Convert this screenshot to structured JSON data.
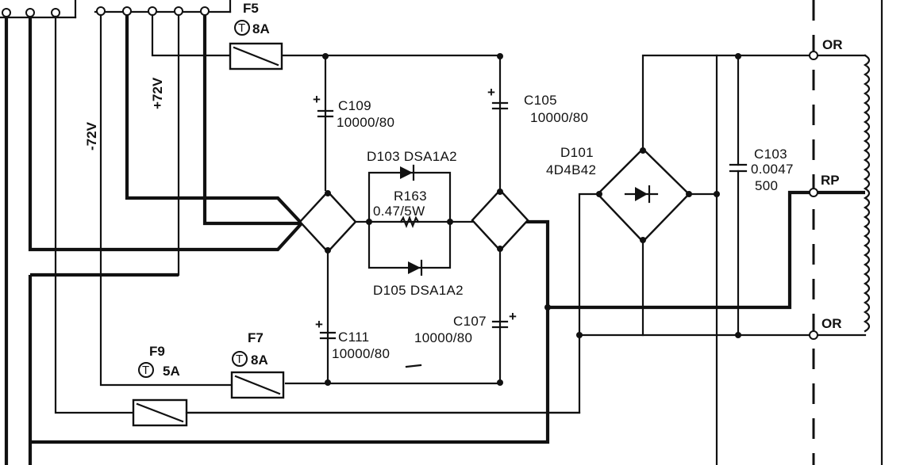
{
  "labels": {
    "f5": "F5",
    "f5_rating": "8A",
    "f7": "F7",
    "f7_rating": "8A",
    "f9": "F9",
    "f9_rating": "5A",
    "fuse_t": "T",
    "plus72": "+72V",
    "minus72": "-72V",
    "c109": "C109",
    "c109_val": "10000/80",
    "c105": "C105",
    "c105_val": "10000/80",
    "c111": "C111",
    "c111_val": "10000/80",
    "c107": "C107",
    "c107_val": "10000/80",
    "c103": "C103",
    "c103_val": "0.0047",
    "c103_v": "500",
    "d103": "D103 DSA1A2",
    "d105": "D105 DSA1A2",
    "d101": "D101",
    "d101_part": "4D4B42",
    "r163": "R163",
    "r163_val": "0.47/5W",
    "or_top": "OR",
    "or_bottom": "OR",
    "rp": "RP",
    "plus": "+"
  }
}
